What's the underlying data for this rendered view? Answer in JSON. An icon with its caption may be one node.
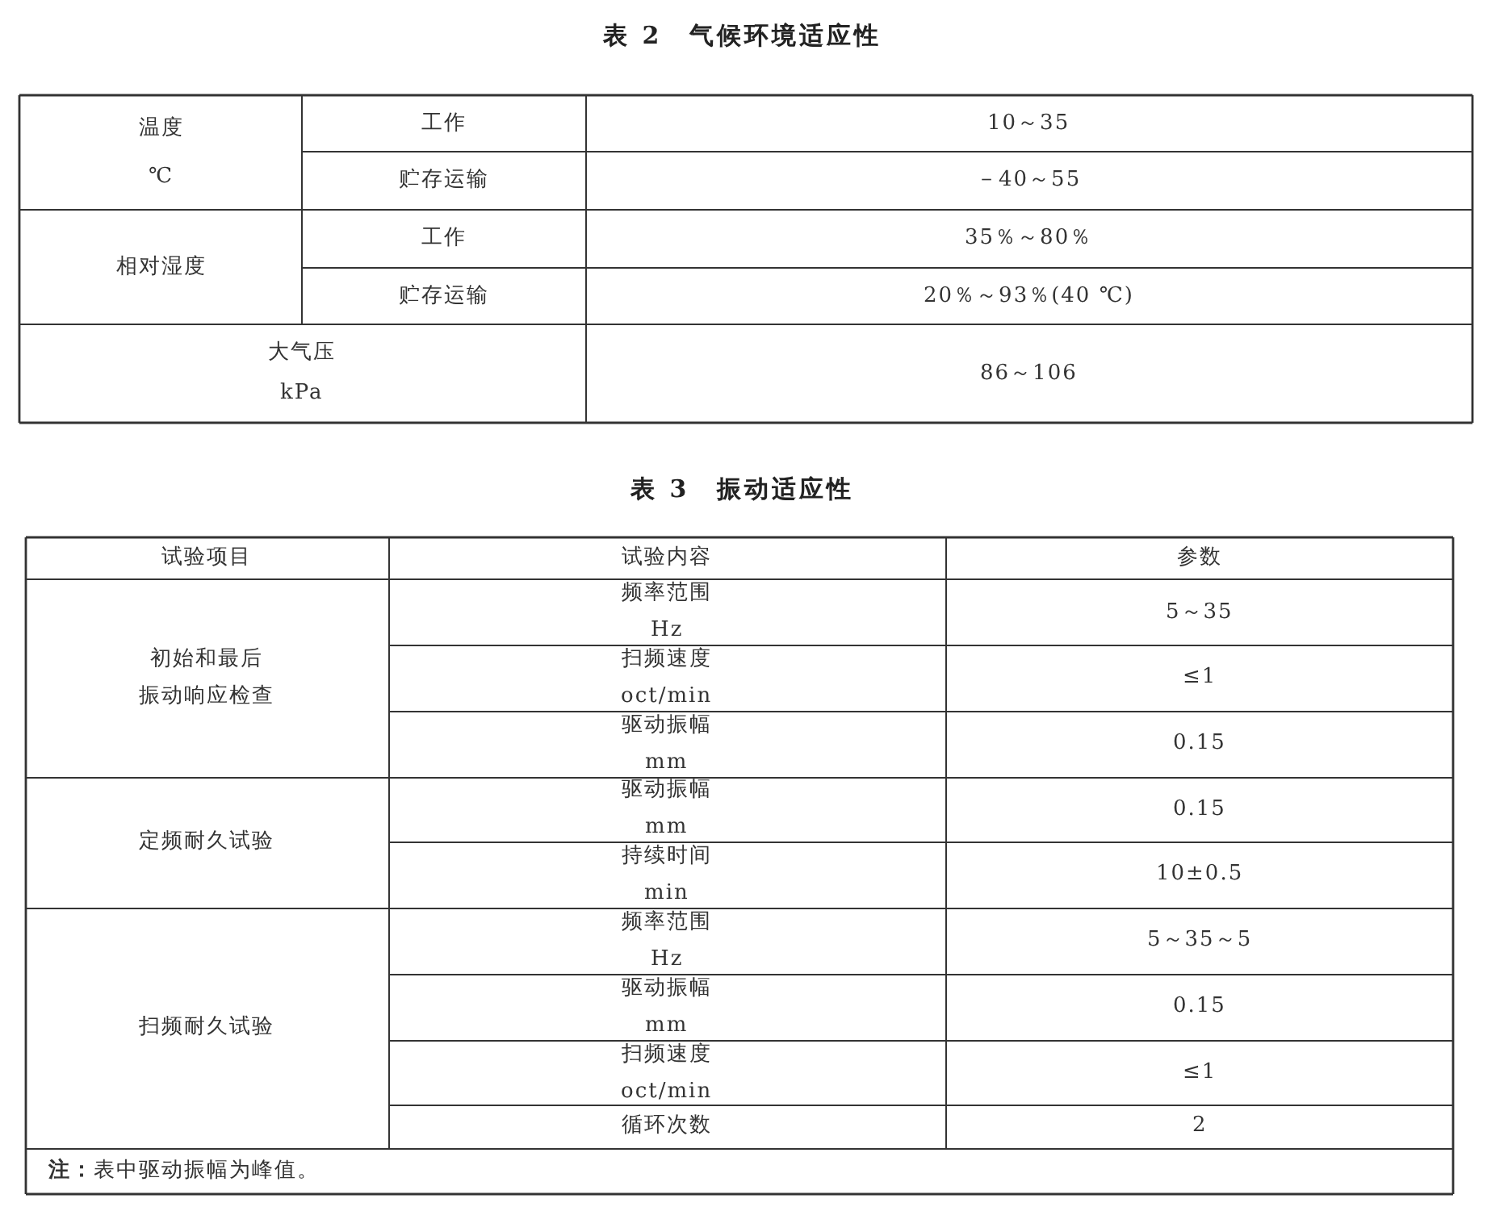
{
  "diagram": {
    "labels": [
      "表 2　气候环境适应性",
      "温度",
      "℃",
      "工作",
      "10～35",
      "贮存运输",
      "－40～55",
      "相对湿度",
      "工作",
      "35％～80％",
      "贮存运输",
      "20％～93％(40 ℃)",
      "大气压",
      "kPa",
      "86～106",
      "表 3　振动适应性",
      "试验项目",
      "试验内容",
      "参数",
      "初始和最后",
      "振动响应检查",
      "频率范围",
      "Hz",
      "5～35",
      "扫频速度",
      "oct/min",
      "≤1",
      "驱动振幅",
      "mm",
      "0.15",
      "定频耐久试验",
      "驱动振幅",
      "mm",
      "0.15",
      "持续时间",
      "min",
      "10±0.5",
      "扫频耐久试验",
      "频率范围",
      "Hz",
      "5～35～5",
      "驱动振幅",
      "mm",
      "0.15",
      "扫频速度",
      "oct/min",
      "≤1",
      "循环次数",
      "2",
      "**注：**表中驱动振幅为峰值。"
    ]
  }
}
